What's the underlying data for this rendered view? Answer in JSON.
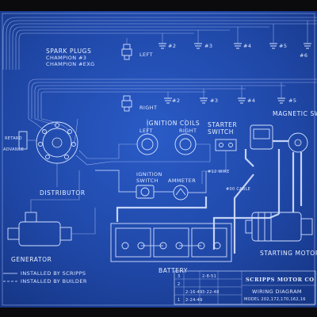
{
  "labels": {
    "spark_plugs": "SPARK PLUGS",
    "champion_3": "CHAMPION #3",
    "champion_exg": "CHAMPION #EXG",
    "left": "LEFT",
    "right": "RIGHT",
    "plug_numbers_top": [
      "#2",
      "#3",
      "#4",
      "#5",
      "#6"
    ],
    "plug_numbers_mid": [
      "#2",
      "#3",
      "#4",
      "#5"
    ],
    "ignition_coils": "IGNITION COILS",
    "coil_left": "LEFT",
    "coil_right": "RIGHT",
    "starter_switch_1": "STARTER",
    "starter_switch_2": "SWITCH",
    "magnetic_switch": "MAGNETIC SW",
    "retard": "RETARD",
    "advance": "ADVANCE",
    "distributor": "DISTRIBUTOR",
    "ignition_switch_1": "IGNITION",
    "ignition_switch_2": "SWITCH",
    "ammeter": "AMMETER",
    "no12_wire": "#12 WIRE",
    "no00_cable": "#00 CABLE",
    "generator": "GENERATOR",
    "battery": "BATTERY",
    "starting_motor": "STARTING MOTOR"
  },
  "legend": {
    "installed_by_scripps": "INSTALLED BY SCRIPPS",
    "installed_by_builder": "INSTALLED BY BUILDER"
  },
  "title_block": {
    "company": "SCRIPPS MOTOR CO",
    "drawing_title": "WIRING DIAGRAM",
    "model": "MODEL 202,172,170,162,16",
    "revision_rows": [
      {
        "mark": "3",
        "date": "2-8-51"
      },
      {
        "mark": "2",
        "date": "2-16-49"
      },
      {
        "mark": "1",
        "date": "2-24-49"
      }
    ],
    "revision_date_2": "3-22-48"
  }
}
